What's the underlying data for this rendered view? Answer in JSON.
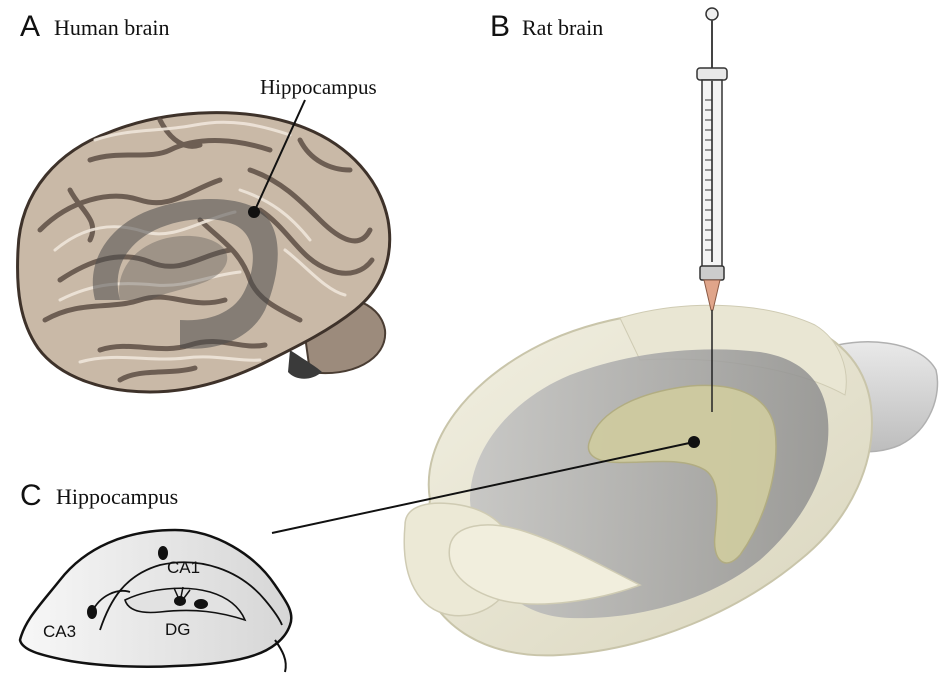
{
  "panels": {
    "a": {
      "letter": "A",
      "title": "Human brain"
    },
    "b": {
      "letter": "B",
      "title": "Rat brain"
    },
    "c": {
      "letter": "C",
      "title": "Hippocampus"
    }
  },
  "labels": {
    "hippocampus_callout": "Hippocampus",
    "ca1": "CA1",
    "ca3": "CA3",
    "dg": "DG"
  },
  "colors": {
    "brain_fill": "#c9b9a7",
    "brain_gyri": "#e4d9cc",
    "brain_sulci": "#5e4f45",
    "hippocampus_shade": "#4d4d4d",
    "rat_brain_fill": "#ece9d6",
    "rat_brain_cut": "#a8a8a8",
    "rat_hippocampus": "#cfcba0",
    "syringe_tip": "#e0a58a",
    "section_fill": "#eeeeee"
  }
}
